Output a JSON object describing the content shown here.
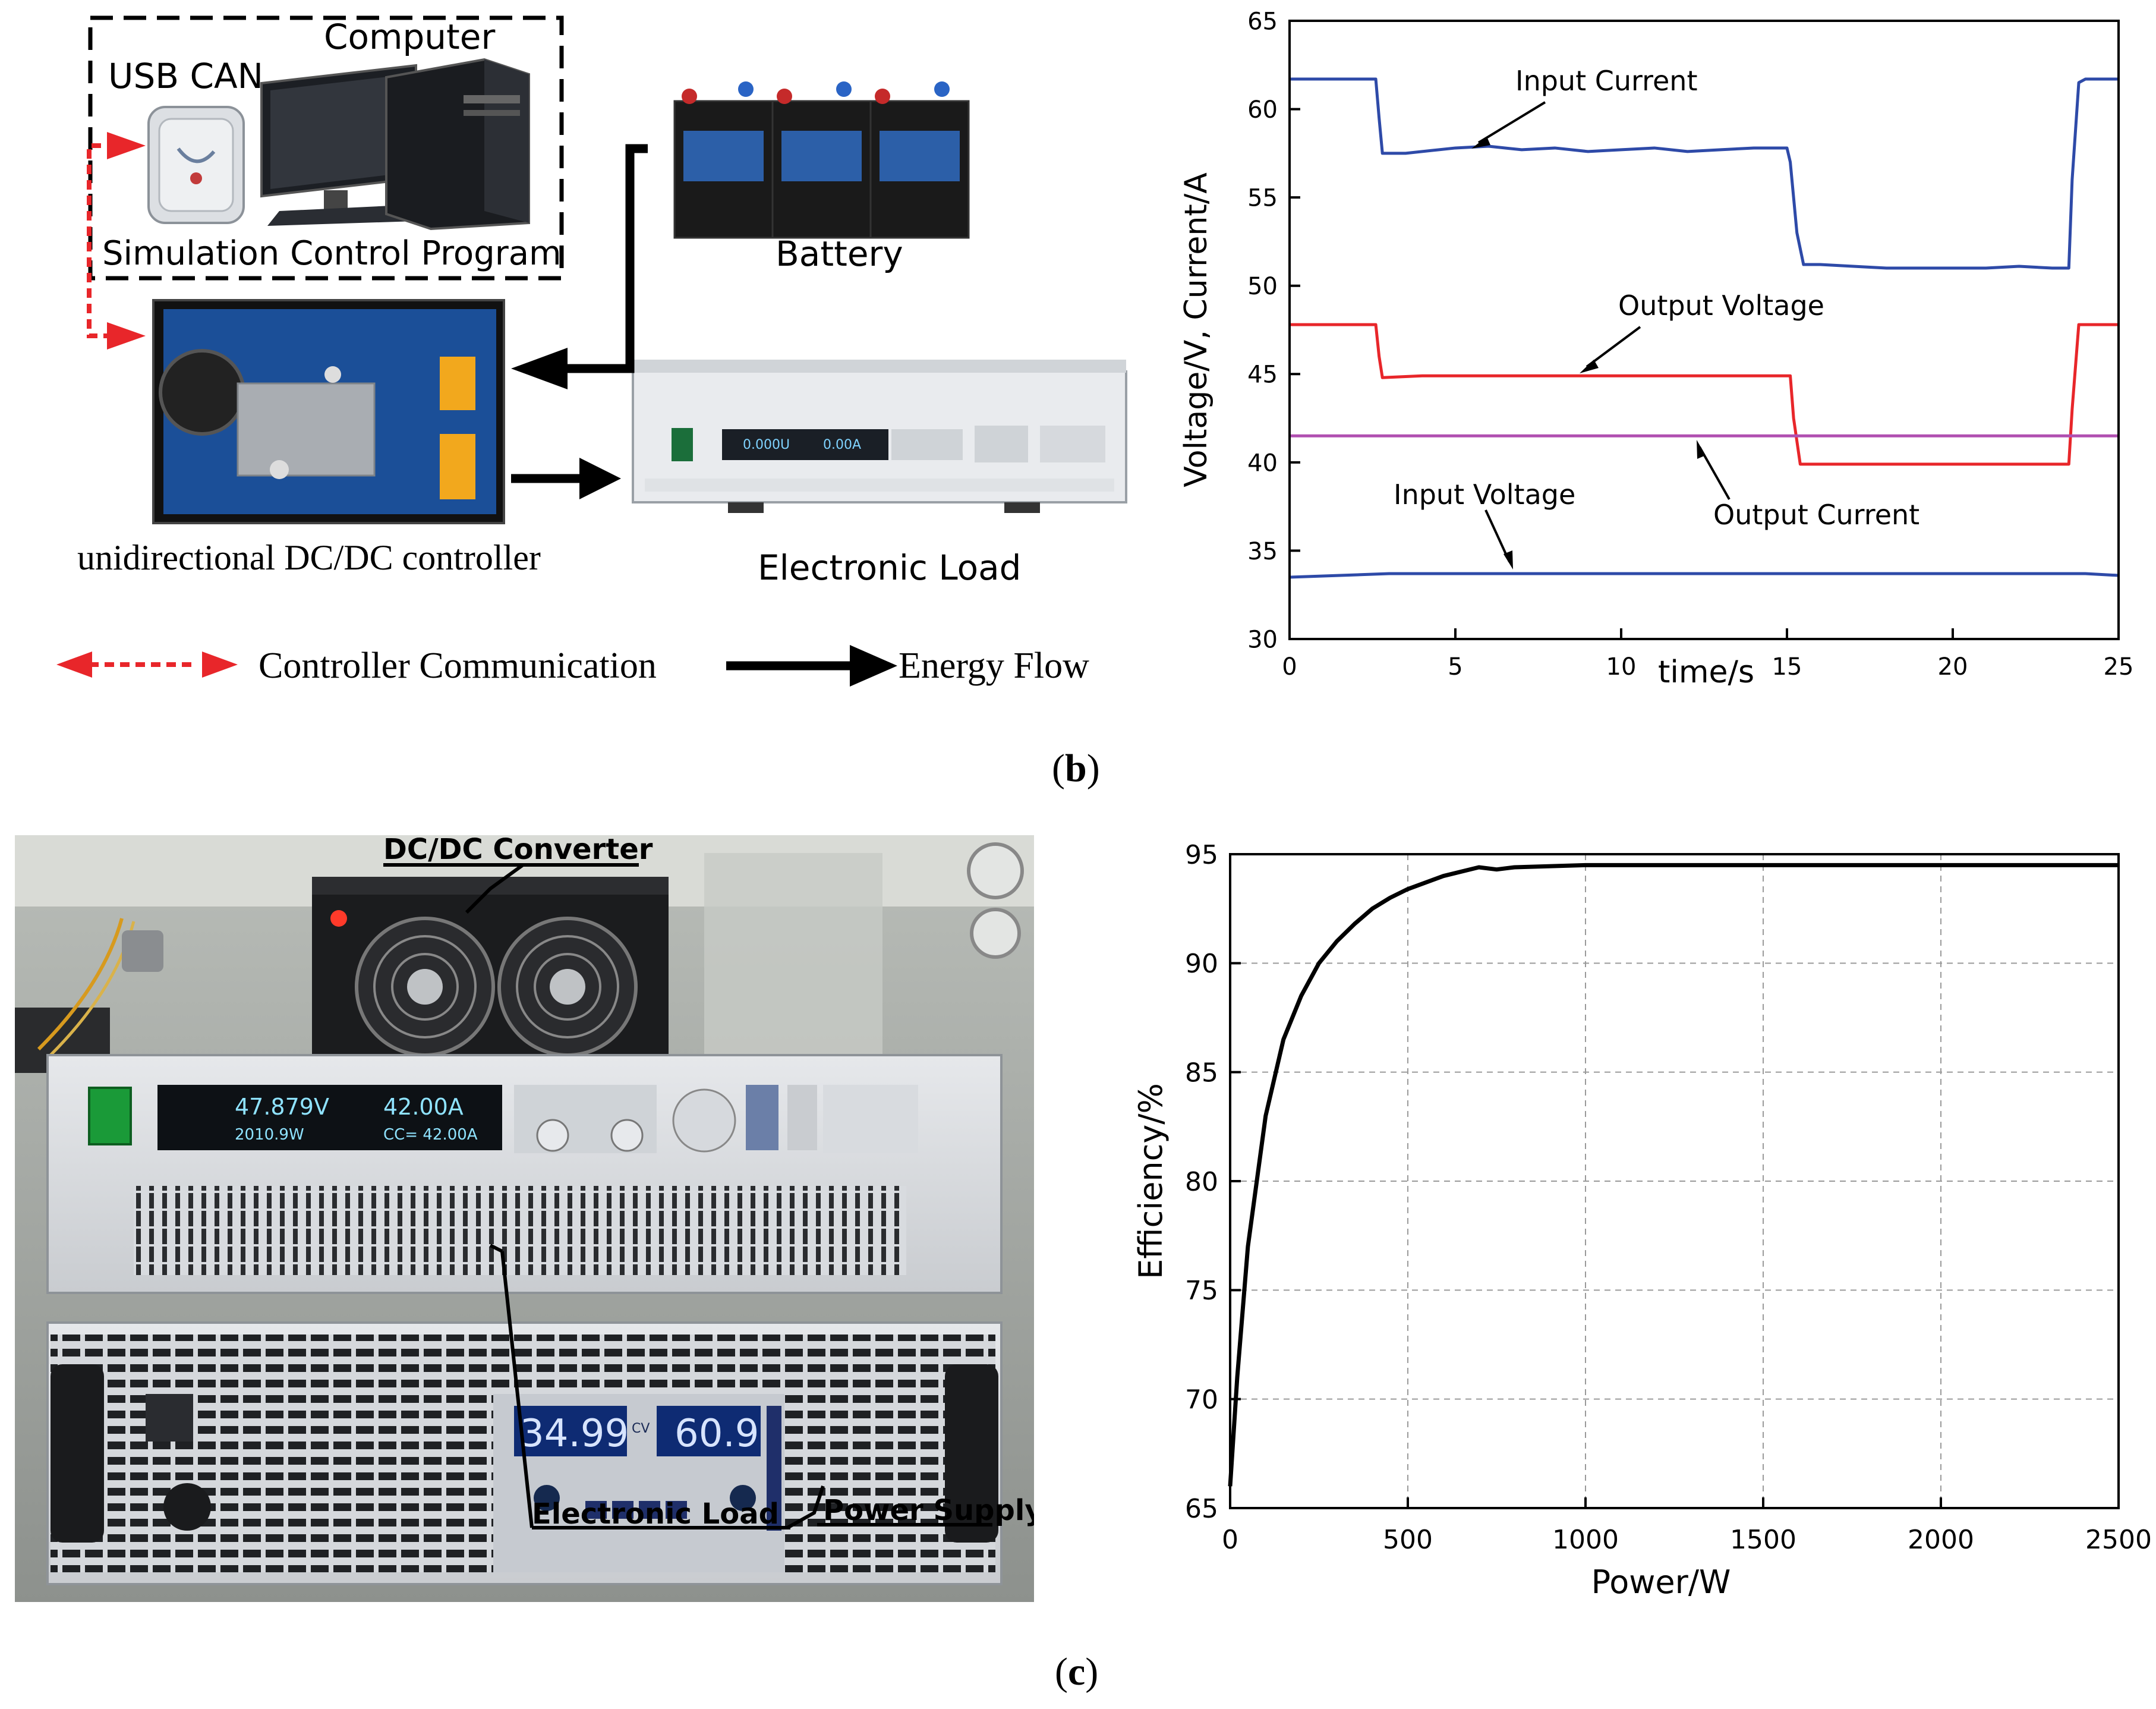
{
  "setup_diagram": {
    "usb_can_label": "USB CAN",
    "computer_label": "Computer",
    "program_label": "Simulation Control  Program",
    "battery_label": "Battery",
    "controller_label": "unidirectional DC/DC controller",
    "load_label": "Electronic Load",
    "legend": {
      "communication": "Controller Communication",
      "energy": "Energy Flow"
    },
    "load_display_left": "0.000U",
    "load_display_right": "0.00A",
    "colors": {
      "communication": "#e8262a",
      "energy": "#000000"
    }
  },
  "panel_b_label": {
    "open": "(",
    "letter": "b",
    "close": ")"
  },
  "panel_c_label": {
    "open": "(",
    "letter": "c",
    "close": ")"
  },
  "photo": {
    "labels": {
      "dcdc": "DC/DC Converter",
      "load": "Electronic Load",
      "supply": "Power Supply"
    },
    "load_display": {
      "voltage": "47.879V",
      "current": "42.00A",
      "power": "2010.9W",
      "cc": "CC=   42.00A"
    },
    "supply_display": {
      "voltage": "34.99",
      "mode": "CV",
      "current": "60.9"
    }
  },
  "chart_data": [
    {
      "type": "line",
      "xlabel": "time/s",
      "ylabel": "Voltage/V, Current/A",
      "xlim": [
        0,
        25
      ],
      "ylim": [
        30,
        65
      ],
      "xticks": [
        0,
        5,
        10,
        15,
        20,
        25
      ],
      "yticks": [
        30,
        35,
        40,
        45,
        50,
        55,
        60,
        65
      ],
      "grid": false,
      "series": [
        {
          "name": "Input Current",
          "color": "#2e4aa8",
          "x": [
            0,
            2.6,
            2.7,
            2.8,
            3.5,
            5,
            6,
            7,
            8,
            9,
            10,
            11,
            12,
            13,
            14,
            15,
            15.1,
            15.3,
            15.5,
            16,
            17,
            18,
            19,
            20,
            21,
            22,
            23,
            23.5,
            23.6,
            23.8,
            24,
            24.5,
            25
          ],
          "y": [
            61.7,
            61.7,
            59.5,
            57.5,
            57.5,
            57.8,
            57.9,
            57.7,
            57.8,
            57.6,
            57.7,
            57.8,
            57.6,
            57.7,
            57.8,
            57.8,
            57.0,
            53.0,
            51.2,
            51.2,
            51.1,
            51.0,
            51.0,
            51.0,
            51.0,
            51.1,
            51.0,
            51.0,
            56.0,
            61.5,
            61.7,
            61.7,
            61.7
          ]
        },
        {
          "name": "Output Voltage",
          "color": "#e8262a",
          "x": [
            0,
            2.6,
            2.7,
            2.8,
            4,
            6,
            8,
            10,
            12,
            14,
            15.1,
            15.2,
            15.4,
            20,
            23.5,
            23.6,
            23.8,
            25
          ],
          "y": [
            47.8,
            47.8,
            46.0,
            44.8,
            44.9,
            44.9,
            44.9,
            44.9,
            44.9,
            44.9,
            44.9,
            42.5,
            39.9,
            39.9,
            39.9,
            43.0,
            47.8,
            47.8
          ]
        },
        {
          "name": "Output Current",
          "color": "#b04fb0",
          "x": [
            0,
            25
          ],
          "y": [
            41.5,
            41.5
          ]
        },
        {
          "name": "Input Voltage",
          "color": "#2e4aa8",
          "x": [
            0,
            3,
            5,
            10,
            15,
            20,
            24,
            25
          ],
          "y": [
            33.5,
            33.7,
            33.7,
            33.7,
            33.7,
            33.7,
            33.7,
            33.6
          ]
        }
      ],
      "annotations": [
        "Input Current",
        "Output Voltage",
        "Output Current",
        "Input Voltage"
      ]
    },
    {
      "type": "line",
      "xlabel": "Power/W",
      "ylabel": "Efficiency/%",
      "xlim": [
        0,
        2500
      ],
      "ylim": [
        65,
        95
      ],
      "xticks": [
        0,
        500,
        1000,
        1500,
        2000,
        2500
      ],
      "yticks": [
        65,
        70,
        75,
        80,
        85,
        90,
        95
      ],
      "grid": true,
      "series": [
        {
          "color": "#000000",
          "x": [
            0,
            20,
            50,
            100,
            150,
            200,
            250,
            300,
            350,
            400,
            450,
            500,
            600,
            700,
            750,
            800,
            1000,
            1500,
            2000,
            2500
          ],
          "y": [
            66.0,
            71.0,
            77.0,
            83.0,
            86.5,
            88.5,
            90.0,
            91.0,
            91.8,
            92.5,
            93.0,
            93.4,
            94.0,
            94.4,
            94.3,
            94.4,
            94.5,
            94.5,
            94.5,
            94.5
          ]
        }
      ]
    }
  ]
}
